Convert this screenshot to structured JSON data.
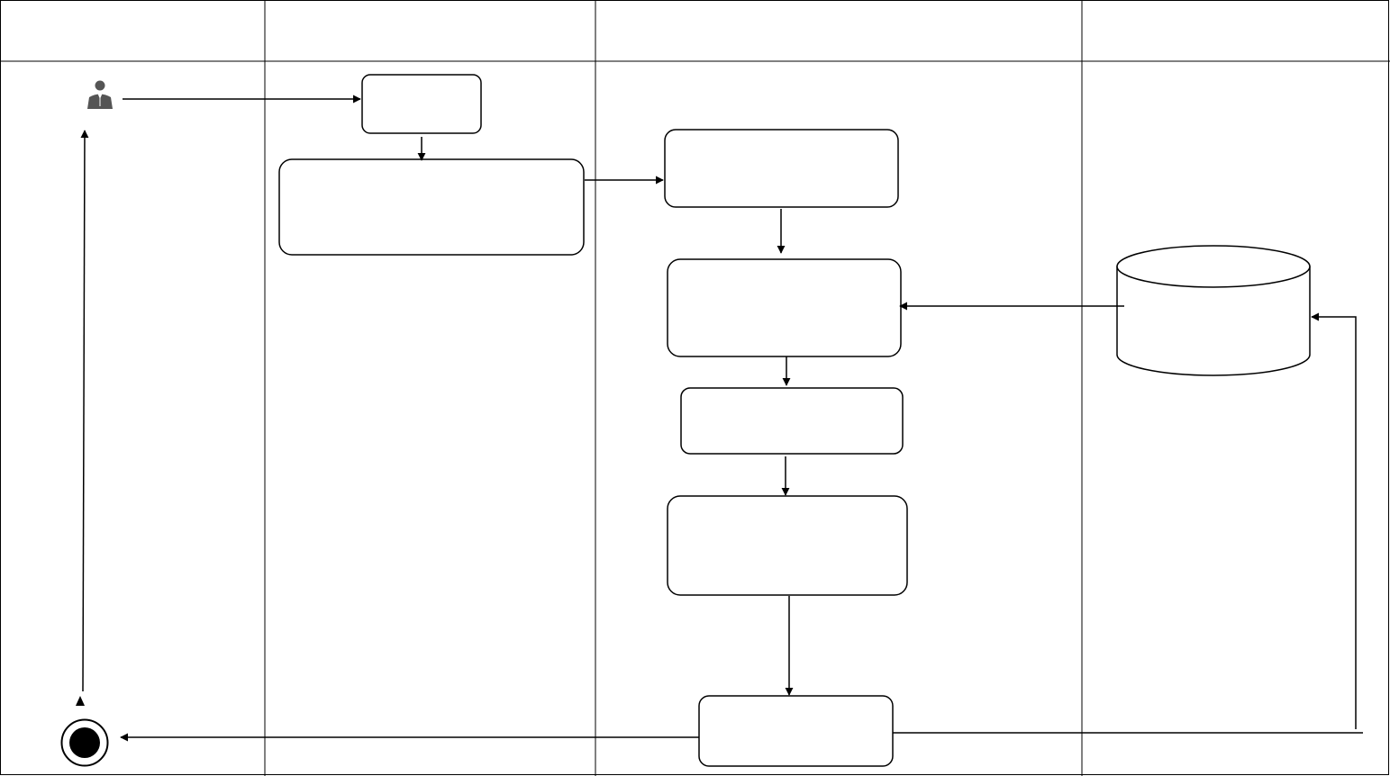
{
  "diagram": {
    "lanes": [
      {
        "id": "lane-1",
        "title": ""
      },
      {
        "id": "lane-2",
        "title": ""
      },
      {
        "id": "lane-3",
        "title": ""
      },
      {
        "id": "lane-4",
        "title": ""
      }
    ],
    "nodes": {
      "actor": {
        "icon": "user-icon"
      },
      "start_action": {
        "label": ""
      },
      "input_action": {
        "label": ""
      },
      "process_1": {
        "label": ""
      },
      "process_2": {
        "label": ""
      },
      "process_3": {
        "label": ""
      },
      "process_4": {
        "label": ""
      },
      "result_action": {
        "label": ""
      },
      "database": {
        "label": "",
        "icon": "database-cylinder"
      },
      "end_node": {
        "icon": "final-node-icon"
      }
    },
    "colors": {
      "stroke": "#000000",
      "background": "#ffffff",
      "icon": "#555555"
    }
  }
}
